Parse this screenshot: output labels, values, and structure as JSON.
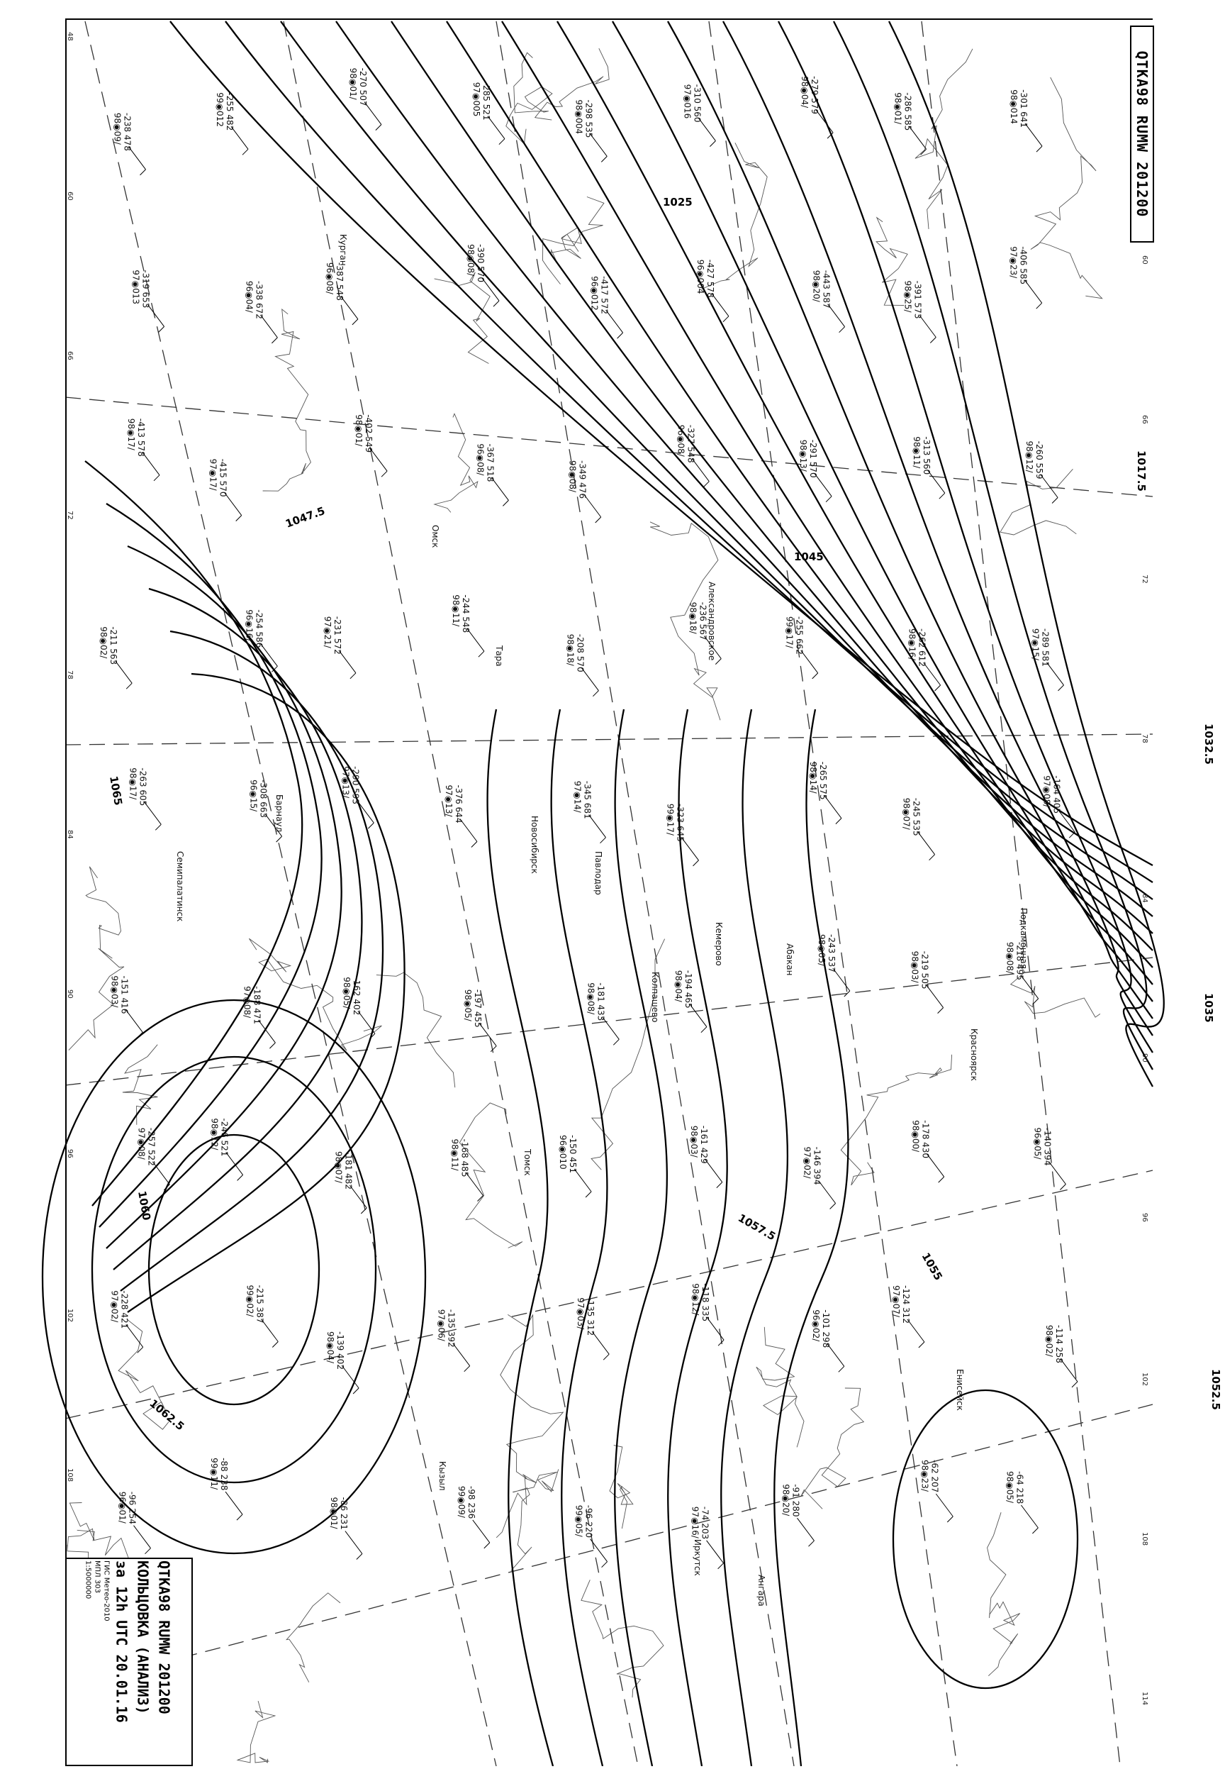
{
  "header": {
    "title": "QTKA98 RUMW 201200"
  },
  "info_box": {
    "code": "QTKA98 RUMW 201200",
    "name": "КОЛЬЦОВКА (АНАЛИЗ)",
    "time": "за 12h UTC 20.01.16",
    "credit": "ГИС Метео-2010",
    "version": "МПЛ 303",
    "scale": "1:5000000"
  },
  "isobars": [
    {
      "label": "1017.5"
    },
    {
      "label": "1025"
    },
    {
      "label": "1032.5"
    },
    {
      "label": "1035"
    },
    {
      "label": "1045"
    },
    {
      "label": "1047.5"
    },
    {
      "label": "1052.5"
    },
    {
      "label": "1055"
    },
    {
      "label": "1057.5"
    },
    {
      "label": "1060"
    },
    {
      "label": "1062.5"
    },
    {
      "label": "1065"
    }
  ],
  "cities": [
    "Курган",
    "Омск",
    "Тара",
    "Павлодар",
    "Барнаул",
    "Новосибирск",
    "Кемерово",
    "Томск",
    "Красноярск",
    "Абакан",
    "Кызыл",
    "Енисейск",
    "Иркутск",
    "Семипалатинск",
    "Александровское",
    "Колпашево",
    "Подкаменная",
    "Ангара"
  ],
  "stations": [
    {
      "t": "-238 478",
      "w": "98◉09/"
    },
    {
      "t": "-255 482",
      "w": "99◉012"
    },
    {
      "t": "-270 507",
      "w": "98◉01/"
    },
    {
      "t": "-285 521",
      "w": "97◉005"
    },
    {
      "t": "-298 535",
      "w": "98◉004"
    },
    {
      "t": "-310 560",
      "w": "97◉016"
    },
    {
      "t": "-279 579",
      "w": "98◉04/"
    },
    {
      "t": "-286 585",
      "w": "98◉01/"
    },
    {
      "t": "-301 641",
      "w": "98◉014"
    },
    {
      "t": "-319 653",
      "w": "97◉013"
    },
    {
      "t": "-338 672",
      "w": "96◉04/"
    },
    {
      "t": "-387 548",
      "w": "96◉08/"
    },
    {
      "t": "-390 570",
      "w": "98◉08/"
    },
    {
      "t": "-417 572",
      "w": "96◉012"
    },
    {
      "t": "-427 578",
      "w": "96◉004"
    },
    {
      "t": "-443 587",
      "w": "98◉20/"
    },
    {
      "t": "-391 573",
      "w": "98◉25/"
    },
    {
      "t": "-406 585",
      "w": "97◉23/"
    },
    {
      "t": "-413 578",
      "w": "98◉17/"
    },
    {
      "t": "-415 570",
      "w": "97◉17/"
    },
    {
      "t": "-402 549",
      "w": "98◉01/"
    },
    {
      "t": "-367 518",
      "w": "96◉08/"
    },
    {
      "t": "-349 476",
      "w": "98◉08/"
    },
    {
      "t": "-327 548",
      "w": "96◉08/"
    },
    {
      "t": "-291 570",
      "w": "98◉13/"
    },
    {
      "t": "-313 560",
      "w": "98◉11/"
    },
    {
      "t": "-260 559",
      "w": "98◉12/"
    },
    {
      "t": "-211 563",
      "w": "98◉02/"
    },
    {
      "t": "-254 586",
      "w": "96◉16/"
    },
    {
      "t": "-231 572",
      "w": "97◉21/"
    },
    {
      "t": "-244 548",
      "w": "98◉11/"
    },
    {
      "t": "-208 570",
      "w": "98◉18/"
    },
    {
      "t": "-236 567",
      "w": "98◉18/"
    },
    {
      "t": "-255 662",
      "w": "99◉17/"
    },
    {
      "t": "-262 612",
      "w": "98◉16/"
    },
    {
      "t": "-289 581",
      "w": "97◉15/"
    },
    {
      "t": "-263 605",
      "w": "98◉17/"
    },
    {
      "t": "-308 663",
      "w": "96◉15/"
    },
    {
      "t": "-290 593",
      "w": "97◉13/"
    },
    {
      "t": "-376 644",
      "w": "97◉13/"
    },
    {
      "t": "-345 681",
      "w": "97◉14/"
    },
    {
      "t": "-323 645",
      "w": "99◉17/"
    },
    {
      "t": "-265 575",
      "w": "98◉14/"
    },
    {
      "t": "-245 535",
      "w": "98◉07/"
    },
    {
      "t": "-164 405",
      "w": "97◉08/"
    },
    {
      "t": "-151 416",
      "w": "98◉03/"
    },
    {
      "t": "-188 471",
      "w": "97◉08/"
    },
    {
      "t": "-162 402",
      "w": "98◉05/"
    },
    {
      "t": "-197 455",
      "w": "98◉05/"
    },
    {
      "t": "-181 433",
      "w": "98◉08/"
    },
    {
      "t": "-194 465",
      "w": "98◉04/"
    },
    {
      "t": "-243 537",
      "w": "98◉05/"
    },
    {
      "t": "-219 505",
      "w": "98◉03/"
    },
    {
      "t": "-218 495",
      "w": "98◉08/"
    },
    {
      "t": "-257 522",
      "w": "97◉08/"
    },
    {
      "t": "-246 521",
      "w": "98◉12/"
    },
    {
      "t": "-181 482",
      "w": "98◉07/"
    },
    {
      "t": "-168 485",
      "w": "98◉11/"
    },
    {
      "t": "-150 451",
      "w": "96◉010"
    },
    {
      "t": "-161 429",
      "w": "98◉03/"
    },
    {
      "t": "-146 394",
      "w": "97◉02/"
    },
    {
      "t": "-178 430",
      "w": "98◉00/"
    },
    {
      "t": "-140 394",
      "w": "96◉05/"
    },
    {
      "t": "-228 421",
      "w": "97◉02/"
    },
    {
      "t": "-215 387",
      "w": "99◉02/"
    },
    {
      "t": "-139 402",
      "w": "98◉04/"
    },
    {
      "t": "-135 392",
      "w": "97◉06/"
    },
    {
      "t": "-135 312",
      "w": "97◉03/"
    },
    {
      "t": "-118 335",
      "w": "98◉12/"
    },
    {
      "t": "-101 298",
      "w": "96◉02/"
    },
    {
      "t": "-124 312",
      "w": "97◉07/"
    },
    {
      "t": "-114 258",
      "w": "98◉02/"
    },
    {
      "t": "-96 254",
      "w": "96◉01/"
    },
    {
      "t": "-88 238",
      "w": "99◉11/"
    },
    {
      "t": "-86 231",
      "w": "98◉01/"
    },
    {
      "t": "-98 236",
      "w": "99◉09/"
    },
    {
      "t": "-96 220",
      "w": "99◉05/"
    },
    {
      "t": "-74 203",
      "w": "97◉16/"
    },
    {
      "t": "-91 280",
      "w": "98◉20/"
    },
    {
      "t": "-62 207",
      "w": "98◉23/"
    },
    {
      "t": "-64 218",
      "w": "98◉05/"
    }
  ],
  "grid_numbers": [
    "48",
    "60",
    "66",
    "72",
    "78",
    "84",
    "90",
    "96",
    "102",
    "108",
    "114"
  ]
}
